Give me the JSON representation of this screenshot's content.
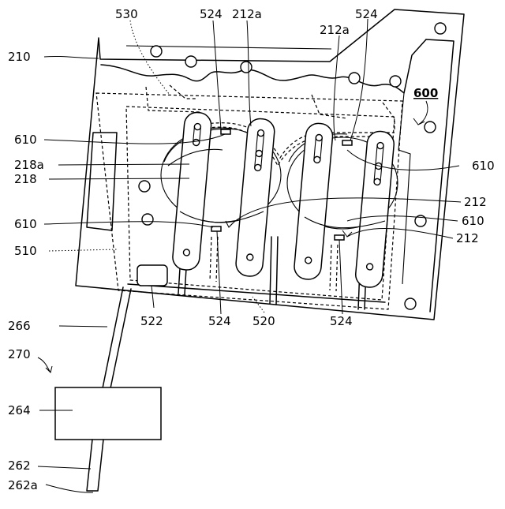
{
  "labels": {
    "l210": "210",
    "l530": "530",
    "l524_top_left": "524",
    "l212a_top": "212a",
    "l524_top_right": "524",
    "l212a_right": "212a",
    "l600": "600",
    "l610_left_top": "610",
    "l218a": "218a",
    "l218": "218",
    "l610_right_top": "610",
    "l212_right_a": "212",
    "l610_left_bottom": "610",
    "l610_right_bottom": "610",
    "l212_right_b": "212",
    "l510": "510",
    "l522": "522",
    "l524_bottom_left": "524",
    "l520": "520",
    "l524_bottom_right": "524",
    "l266": "266",
    "l270": "270",
    "l264": "264",
    "l262": "262",
    "l262a": "262a"
  }
}
